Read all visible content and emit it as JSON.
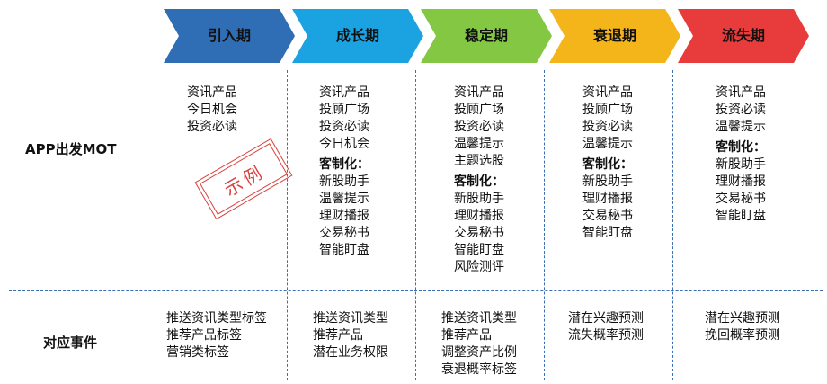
{
  "stages": [
    {
      "label": "引入期",
      "color": "#2f6db5"
    },
    {
      "label": "成长期",
      "color": "#1aa3e0"
    },
    {
      "label": "稳定期",
      "color": "#84c742"
    },
    {
      "label": "衰退期",
      "color": "#f3b51a"
    },
    {
      "label": "流失期",
      "color": "#e83c3c"
    }
  ],
  "row_labels": {
    "mot": "APP出发MOT",
    "events": "对应事件"
  },
  "stamp_text": "示例",
  "mot": {
    "col0": {
      "items": [
        "资讯产品",
        "今日机会",
        "投资必读"
      ]
    },
    "col1": {
      "items": [
        "资讯产品",
        "投顾广场",
        "投资必读",
        "今日机会"
      ],
      "sub_title": "客制化：",
      "sub_items": [
        "新股助手",
        "温馨提示",
        "理财播报",
        "交易秘书",
        "智能盯盘"
      ]
    },
    "col2": {
      "items": [
        "资讯产品",
        "投顾广场",
        "投资必读",
        "温馨提示",
        "主题选股"
      ],
      "sub_title": "客制化：",
      "sub_items": [
        "新股助手",
        "理财播报",
        "交易秘书",
        "智能盯盘",
        "风险测评"
      ]
    },
    "col3": {
      "items": [
        "资讯产品",
        "投顾广场",
        "投资必读",
        "温馨提示"
      ],
      "sub_title": "客制化：",
      "sub_items": [
        "新股助手",
        "理财播报",
        "交易秘书",
        "智能盯盘"
      ]
    },
    "col4": {
      "items": [
        "资讯产品",
        "投资必读",
        "温馨提示"
      ],
      "sub_title": "客制化：",
      "sub_items": [
        "新股助手",
        "理财播报",
        "交易秘书",
        "智能盯盘"
      ]
    }
  },
  "events": {
    "col0": [
      "推送资讯类型标签",
      "推荐产品标签",
      "营销类标签"
    ],
    "col1": [
      "推送资讯类型",
      "推荐产品",
      "潜在业务权限"
    ],
    "col2": [
      "推送资讯类型",
      "推荐产品",
      "调整资产比例",
      "衰退概率标签"
    ],
    "col3": [
      "潜在兴趣预测",
      "流失概率预测"
    ],
    "col4": [
      "潜在兴趣预测",
      "挽回概率预测"
    ]
  }
}
